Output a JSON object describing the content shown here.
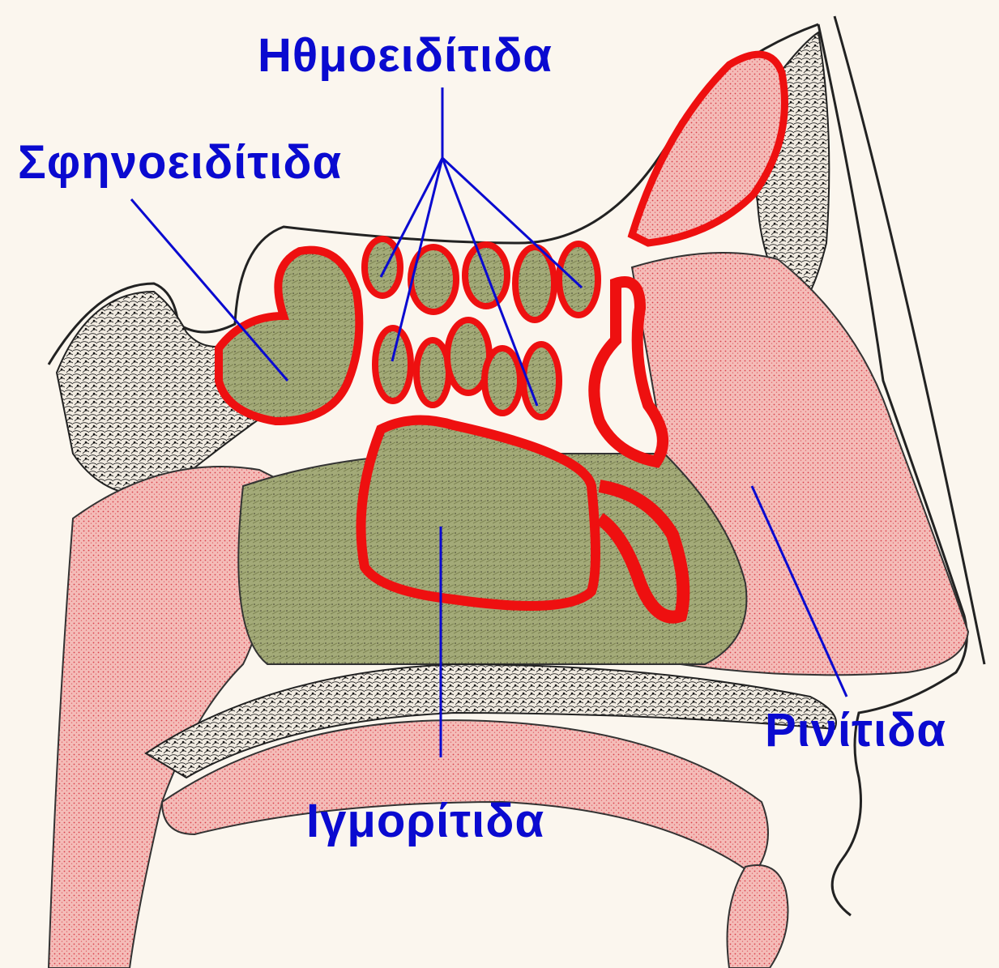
{
  "labels": {
    "ethmoid": "Ηθμοειδίτιδα",
    "sphenoid": "Σφηνοειδίτιδα",
    "rhinitis": "Ρινίτιδα",
    "maxillary": "Ιγμορίτιδα"
  },
  "colors": {
    "label": "#0a0ad0",
    "leader": "#0a0ad0",
    "tissue": "#f3b3b0",
    "mucosa": "#ee1010",
    "inflamed": "#9da672",
    "bone": "#2a2a2a",
    "background": "#fbf6ee"
  }
}
